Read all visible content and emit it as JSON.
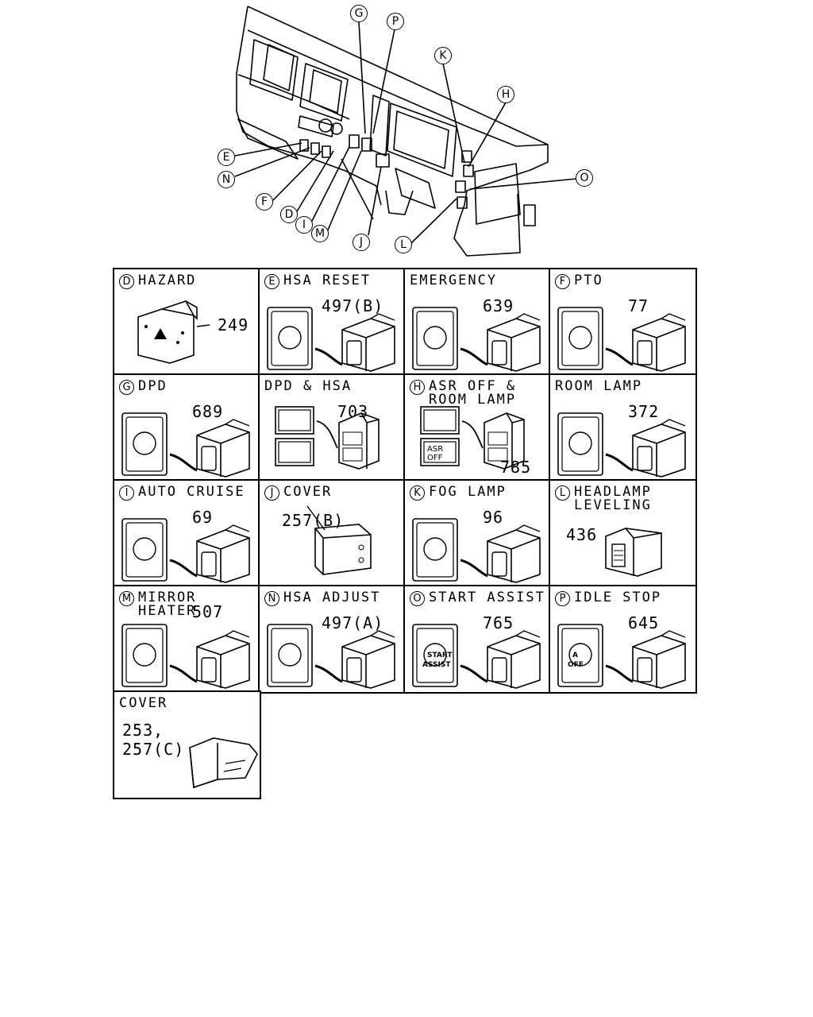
{
  "overview": {
    "callouts": [
      "G",
      "P",
      "K",
      "H",
      "O",
      "E",
      "N",
      "F",
      "D",
      "I",
      "M",
      "J",
      "L"
    ]
  },
  "cells": [
    {
      "badge": "D",
      "title": "HAZARD",
      "part": "249",
      "type": "hazard",
      "icon": "hazard-switch-icon"
    },
    {
      "badge": "E",
      "title": "HSA RESET",
      "part": "497(B)",
      "type": "switch",
      "icon": "hsa-reset-symbol-icon"
    },
    {
      "badge": "",
      "title": "EMERGENCY",
      "part": "639",
      "type": "switch",
      "icon": "emergency-symbol-icon"
    },
    {
      "badge": "F",
      "title": "PTO",
      "part": "77",
      "type": "switch",
      "icon": "pto-symbol-icon"
    },
    {
      "badge": "G",
      "title": "DPD",
      "part": "689",
      "type": "switch",
      "icon": "dpd-symbol-icon"
    },
    {
      "badge": "",
      "title": "DPD & HSA",
      "part": "703",
      "type": "dual",
      "icon": "dpd-hsa-symbol-icon"
    },
    {
      "badge": "H",
      "title": "ASR OFF &\nROOM LAMP",
      "part": "785",
      "type": "dual",
      "icon": "asr-off-room-lamp-icon",
      "labels": [
        "ASR",
        "OFF"
      ]
    },
    {
      "badge": "",
      "title": "ROOM LAMP",
      "part": "372",
      "type": "switch",
      "icon": "room-lamp-symbol-icon"
    },
    {
      "badge": "I",
      "title": "AUTO CRUISE",
      "part": "69",
      "type": "switch",
      "icon": "auto-cruise-symbol-icon"
    },
    {
      "badge": "J",
      "title": "COVER",
      "part": "257(B)",
      "type": "cover",
      "icon": "cover-plate-icon"
    },
    {
      "badge": "K",
      "title": "FOG LAMP",
      "part": "96",
      "type": "switch",
      "icon": "fog-lamp-symbol-icon"
    },
    {
      "badge": "L",
      "title": "HEADLAMP\n LEVELING",
      "part": "436",
      "type": "leveling",
      "icon": "headlamp-leveling-dial-icon"
    },
    {
      "badge": "M",
      "title": "MIRROR\nHEATER",
      "part": "507",
      "type": "switch",
      "icon": "mirror-heater-symbol-icon"
    },
    {
      "badge": "N",
      "title": "HSA ADJUST",
      "part": "497(A)",
      "type": "switch",
      "icon": "hsa-adjust-symbol-icon"
    },
    {
      "badge": "O",
      "title": "START ASSIST",
      "part": "765",
      "type": "switch",
      "icon": "start-assist-symbol-icon",
      "labels": [
        "START",
        "ASSIST"
      ]
    },
    {
      "badge": "P",
      "title": "IDLE STOP",
      "part": "645",
      "type": "switch",
      "icon": "idle-stop-symbol-icon",
      "labels": [
        "A",
        "OFF"
      ]
    },
    {
      "badge": "",
      "title": "COVER",
      "part": "253,\n257(C)",
      "type": "cover2",
      "icon": "cover-blank-icon"
    }
  ]
}
